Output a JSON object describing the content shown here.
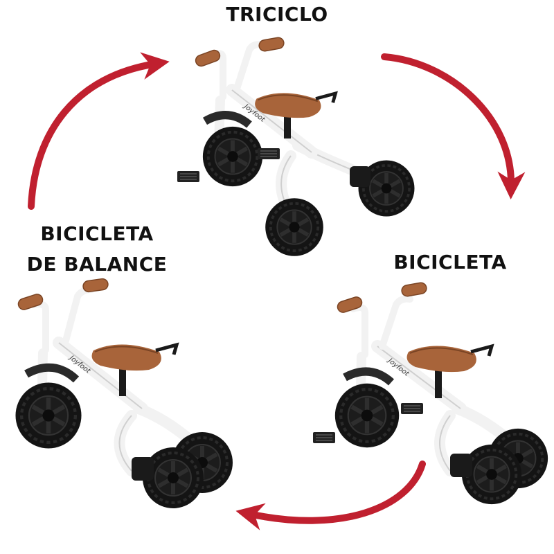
{
  "labels": {
    "triciclo": "TRICICLO",
    "bicicleta": "BICICLETA",
    "balance_line1": "BICICLETA",
    "balance_line2": "DE BALANCE"
  },
  "brand": "Joyfoot",
  "colors": {
    "arrow": "#c0202f",
    "frame": "#f2f2f2",
    "tire": "#151515",
    "leather": "#a8643a",
    "text": "#111111"
  },
  "icons": [
    "curved-arrow-icon",
    "tricycle-image",
    "bicycle-image",
    "balance-bike-image"
  ]
}
